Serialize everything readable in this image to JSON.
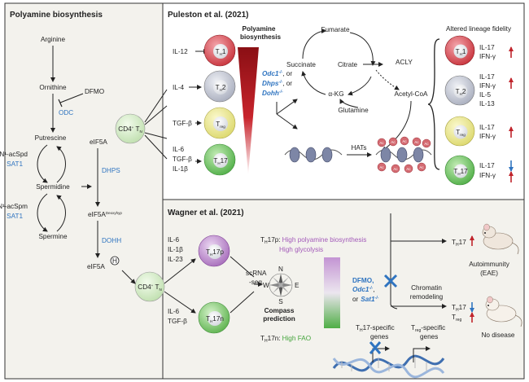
{
  "panels": {
    "left_title": "Polyamine biosynthesis",
    "top_right_title": "Puleston et al. (2021)",
    "bottom_right_title": "Wagner et al. (2021)"
  },
  "pathway": {
    "arginine": "Arginine",
    "ornithine": "Ornithine",
    "dfmo": "DFMO",
    "odc": "ODC",
    "putrescine": "Putrescine",
    "n1_acspd": "N¹-acSpd",
    "sat1_a": "SAT1",
    "spermidine": "Spermidine",
    "n1_acspm": "N¹-acSpm",
    "sat1_b": "SAT1",
    "spermine": "Spermine",
    "eif5a": "eIF5A",
    "dhps": "DHPS",
    "eif5a_deoxyhyp": "eIF5A",
    "deoxyhyp_sup": "Deoxyhyp",
    "dohh": "DOHH",
    "eif5a_h": "eIF5A",
    "h_label": "H"
  },
  "cells": {
    "cd4": "CD4",
    "tn": "T",
    "n_sub": "N",
    "th": "T",
    "h_sub": "H",
    "th1": "1",
    "th2": "2",
    "treg_sub": "reg",
    "th17": "17",
    "th17p": "17p",
    "th17n": "17n"
  },
  "cytokines": {
    "il12": "IL-12",
    "il4": "IL-4",
    "tgfb": "TGF-β",
    "il6": "IL-6",
    "tgfb2": "TGF-β",
    "il1b": "IL-1β",
    "w_il6": "IL-6",
    "w_il1b": "IL-1β",
    "w_il23": "IL-23",
    "w_il6b": "IL-6",
    "w_tgfb": "TGF-β"
  },
  "puleston": {
    "polyamine_label_1": "Polyamine",
    "polyamine_label_2": "biosynthesis",
    "odc1": "Odc1",
    "dhps": "Dhps",
    "dohh": "Dohh",
    "ko_sup": "-/-",
    "or_1": ", or",
    "or_2": ", or",
    "fumarate": "Fumarate",
    "succinate": "Succinate",
    "citrate": "Citrate",
    "acly": "ACLY",
    "akg": "α-KG",
    "glutamine": "Glutamine",
    "acetyl_coa": "Acetyl-CoA",
    "hats": "HATs",
    "ac": "Ac",
    "altered": "Altered lineage fidelity",
    "out1_a": "IL-17",
    "out1_b": "IFN-γ",
    "out2_a": "IL-17",
    "out2_b": "IFN-γ",
    "out2_c": "IL-5",
    "out2_d": "IL-13",
    "out3_a": "IL-17",
    "out3_b": "IFN-γ",
    "out4_a": "IL-17",
    "out4_b": "IFN-γ"
  },
  "wagner": {
    "scrna": "scRNA",
    "seq": "-seq",
    "compass_n": "N",
    "compass_s": "S",
    "compass_e": "E",
    "compass_w": "W",
    "compass_1": "Compass",
    "compass_2": "prediction",
    "th17p_prefix": "17p:",
    "high_poly": "High polyamine biosynthesis",
    "high_glyc": "High glycolysis",
    "th17n_prefix": "17n:",
    "high_fao": "High FAO",
    "dfmo": "DFMO,",
    "odc1": "Odc1",
    "sat1": "Sat1",
    "ko_sup": "-/-",
    "or": "or",
    "chromatin_1": "Chromatin",
    "chromatin_2": "remodeling",
    "out_th17": "17",
    "autoimmunity": "Autoimmunity",
    "eae": "(EAE)",
    "out2_th17": "17",
    "out2_treg": "reg",
    "no_disease": "No disease",
    "th17_genes_1": "17-specific",
    "th17_genes_2": "genes",
    "treg_genes_1": "-specific",
    "treg_genes_2": "genes"
  },
  "colors": {
    "th1": "#d0414a",
    "th2": "#b4b9c8",
    "treg": "#ece98a",
    "th17": "#5cbc4e",
    "tn": "#cfe8c0",
    "th17p": "#b582c4",
    "th17n": "#6cbf5a",
    "red_arrow": "#c0242b",
    "blue_arrow": "#2f74c0",
    "ac_bubble": "#d46b72",
    "panel_bg": "#f3f2ed"
  }
}
